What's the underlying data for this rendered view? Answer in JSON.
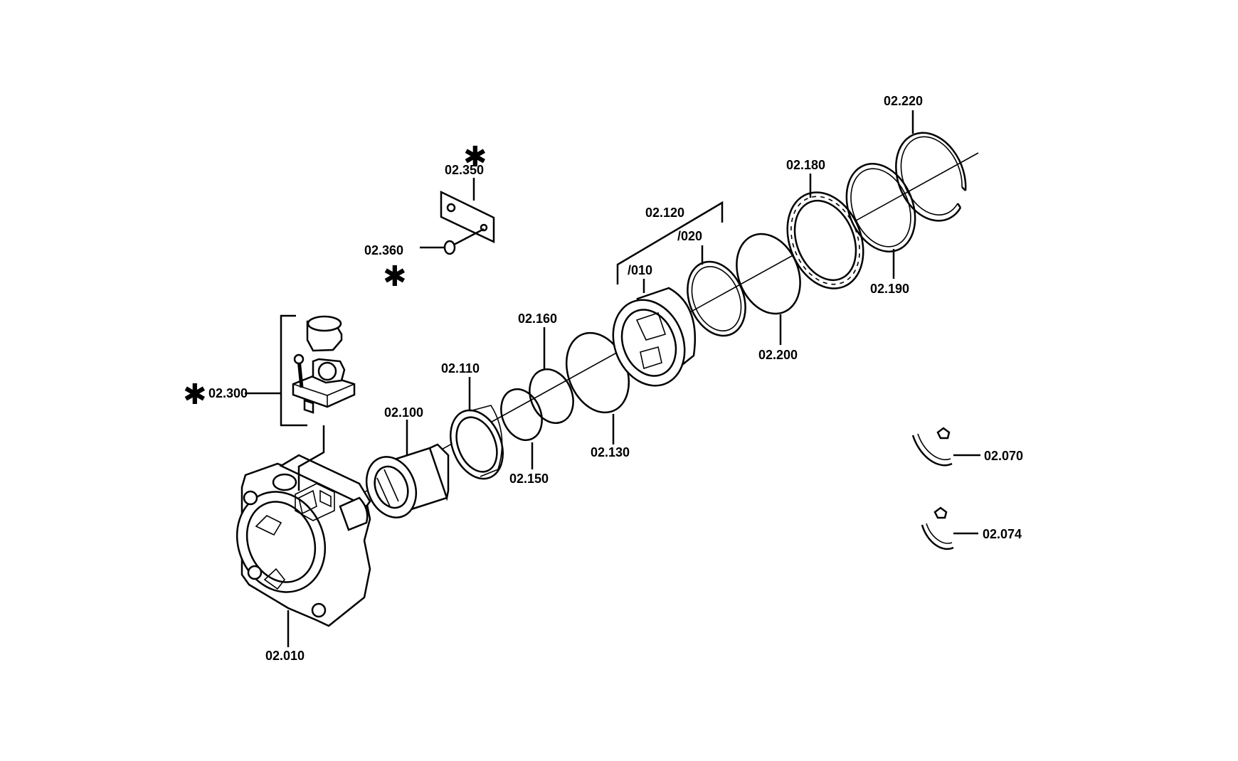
{
  "diagram": {
    "labels": {
      "p02_010": "02.010",
      "p02_070": "02.070",
      "p02_074": "02.074",
      "p02_100": "02.100",
      "p02_110": "02.110",
      "p02_120": "02.120",
      "p02_120_010": "/010",
      "p02_120_020": "/020",
      "p02_130": "02.130",
      "p02_150": "02.150",
      "p02_160": "02.160",
      "p02_180": "02.180",
      "p02_190": "02.190",
      "p02_200": "02.200",
      "p02_220": "02.220",
      "p02_300": "02.300",
      "p02_350": "02.350",
      "p02_360": "02.360"
    },
    "optional_marker": "✱"
  }
}
